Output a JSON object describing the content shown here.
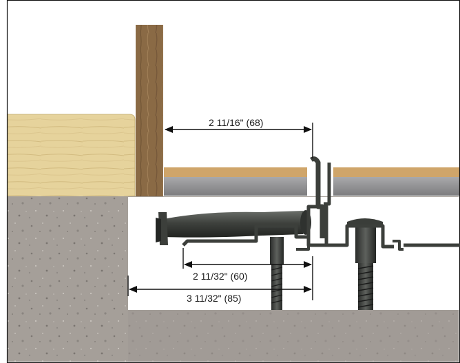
{
  "dimensions": {
    "top": "2 11/16\" (68)",
    "middle": "2 11/32\" (60)",
    "bottom": "3 11/32\" (85)"
  },
  "colors": {
    "frame": "#111111",
    "concrete": "#a8a29c",
    "concrete_dark": "#8f8984",
    "wood_light": "#e3cf95",
    "wood_post": "#8a6a45",
    "floor_veneer": "#cfa56a",
    "floor_gray": "#8e8e90",
    "metal": "#4b4e4a",
    "metal_dark": "#2f322f",
    "dim_line": "#111111"
  }
}
